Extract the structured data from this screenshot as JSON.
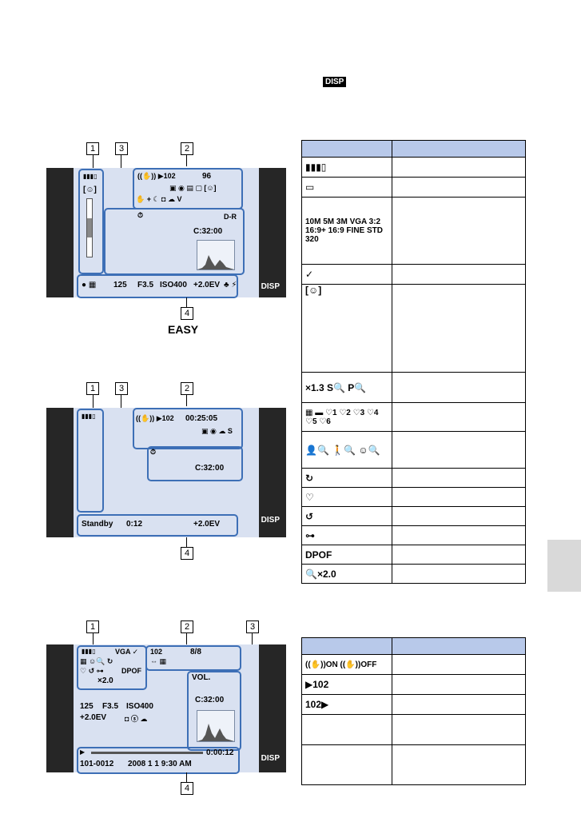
{
  "header": {
    "badge": "DISP"
  },
  "callouts": {
    "n1": "1",
    "n2": "2",
    "n3": "3",
    "n4": "4"
  },
  "captions": {
    "easy": "EASY"
  },
  "screen1": {
    "top_right": "96",
    "clock": "C:32:00",
    "dr": "D-R",
    "bottom": [
      "125",
      "F3.5",
      "ISO400",
      "+2.0EV"
    ],
    "face_icon": "[☺]",
    "disp": "DISP"
  },
  "screen2": {
    "time": "00:25:05",
    "clock": "C:32:00",
    "status": "Standby",
    "elapsed": "0:12",
    "ev": "+2.0EV",
    "disp": "DISP"
  },
  "screen3": {
    "folder": "102",
    "counter": "8/8",
    "dpof": "DPOF",
    "zoom": "×2.0",
    "vol": "VOL.",
    "clock": "C:32:00",
    "settings1": [
      "125",
      "F3.5",
      "ISO400"
    ],
    "ev": "+2.0EV",
    "duration": "0:00:12",
    "file": "101-0012",
    "date": "2008  1  1   9:30 AM",
    "disp": "DISP"
  },
  "table1": {
    "rows": [
      {
        "icon": "▮▮▮▯"
      },
      {
        "icon": "▭"
      },
      {
        "icon": "10M  5M  3M  VGA  3:2  16:9+  16:9  FINE  STD  320"
      },
      {
        "icon": "✓"
      },
      {
        "icon": "[☺]"
      },
      {
        "icon": "×1.3  S🔍  P🔍"
      },
      {
        "icon": "▦ ▬ ♡1 ♡2 ♡3 ♡4 ♡5 ♡6"
      },
      {
        "icon": "👤🔍  🚶🔍  ☺🔍"
      },
      {
        "icon": "↻"
      },
      {
        "icon": "♡"
      },
      {
        "icon": "↺"
      },
      {
        "icon": "⊶"
      },
      {
        "icon": "DPOF"
      },
      {
        "icon": "🔍×2.0"
      }
    ]
  },
  "table2": {
    "rows": [
      {
        "icon": "((✋))ON  ((✋))OFF"
      },
      {
        "icon": "▶102"
      },
      {
        "icon": "102▶"
      },
      {
        "icon": ""
      },
      {
        "icon": ""
      }
    ]
  }
}
